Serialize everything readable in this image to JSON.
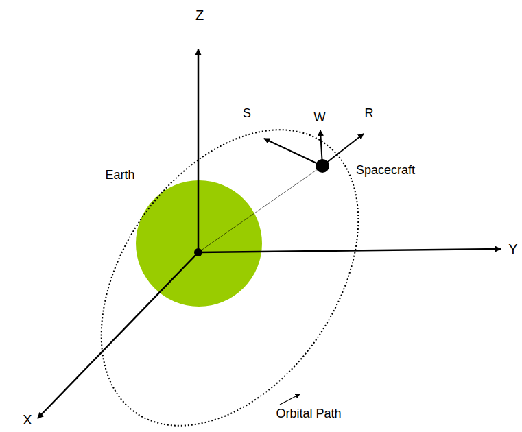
{
  "diagram": {
    "labels": [
      "Z",
      "S",
      "W",
      "R",
      "Earth",
      "Spacecraft",
      "Y",
      "Orbital Path",
      "X"
    ]
  }
}
